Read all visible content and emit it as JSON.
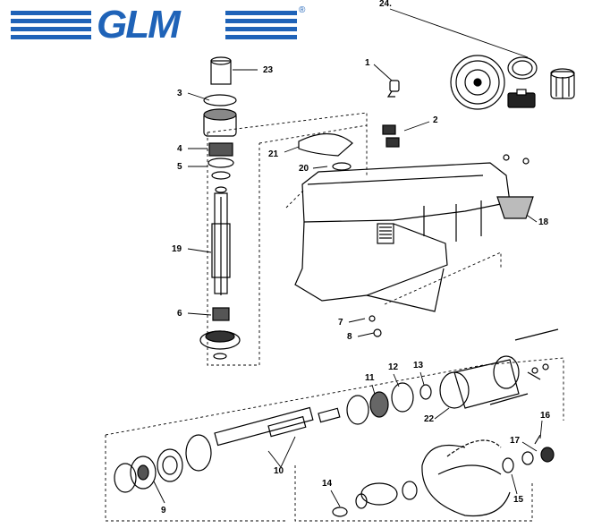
{
  "logo": {
    "text": "GLM",
    "registered": "®",
    "brand_color": "#1f63b8"
  },
  "callouts": [
    {
      "id": "c24",
      "label": "24."
    },
    {
      "id": "c1",
      "label": "1"
    },
    {
      "id": "c2",
      "label": "2"
    },
    {
      "id": "c23",
      "label": "23"
    },
    {
      "id": "c3",
      "label": "3"
    },
    {
      "id": "c4",
      "label": "4"
    },
    {
      "id": "c5",
      "label": "5"
    },
    {
      "id": "c21",
      "label": "21"
    },
    {
      "id": "c20",
      "label": "20"
    },
    {
      "id": "c19",
      "label": "19"
    },
    {
      "id": "c18",
      "label": "18"
    },
    {
      "id": "c6",
      "label": "6"
    },
    {
      "id": "c7",
      "label": "7"
    },
    {
      "id": "c8",
      "label": "8"
    },
    {
      "id": "c11",
      "label": "11"
    },
    {
      "id": "c12",
      "label": "12"
    },
    {
      "id": "c13",
      "label": "13"
    },
    {
      "id": "c22",
      "label": "22"
    },
    {
      "id": "c16",
      "label": "16"
    },
    {
      "id": "c17",
      "label": "17"
    },
    {
      "id": "c10",
      "label": "10"
    },
    {
      "id": "c9",
      "label": "9"
    },
    {
      "id": "c14",
      "label": "14"
    },
    {
      "id": "c15",
      "label": "15"
    }
  ]
}
